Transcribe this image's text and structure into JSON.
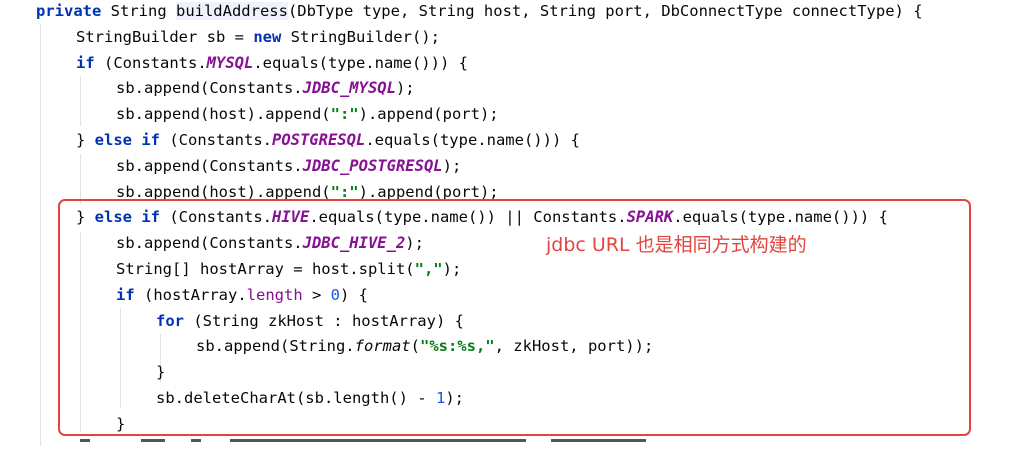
{
  "code": {
    "lines": [
      {
        "indent": 0,
        "tokens": [
          {
            "t": "private ",
            "c": "kw"
          },
          {
            "t": "String ",
            "c": ""
          },
          {
            "t": "buildAddress",
            "c": "hl"
          },
          {
            "t": "(DbType type, String host, String port, DbConnectType connectType) {",
            "c": ""
          }
        ]
      },
      {
        "indent": 1,
        "tokens": [
          {
            "t": "StringBuilder sb = ",
            "c": ""
          },
          {
            "t": "new ",
            "c": "kw"
          },
          {
            "t": "StringBuilder();",
            "c": ""
          }
        ]
      },
      {
        "indent": 1,
        "tokens": [
          {
            "t": "if ",
            "c": "kw"
          },
          {
            "t": "(Constants.",
            "c": ""
          },
          {
            "t": "MYSQL",
            "c": "const"
          },
          {
            "t": ".equals(type.name())) {",
            "c": ""
          }
        ]
      },
      {
        "indent": 2,
        "tokens": [
          {
            "t": "sb.append(Constants.",
            "c": ""
          },
          {
            "t": "JDBC_MYSQL",
            "c": "const"
          },
          {
            "t": ");",
            "c": ""
          }
        ]
      },
      {
        "indent": 2,
        "tokens": [
          {
            "t": "sb.append(host).append(",
            "c": ""
          },
          {
            "t": "\":\"",
            "c": "str"
          },
          {
            "t": ").append(port);",
            "c": ""
          }
        ]
      },
      {
        "indent": 1,
        "tokens": [
          {
            "t": "} ",
            "c": ""
          },
          {
            "t": "else if ",
            "c": "kw"
          },
          {
            "t": "(Constants.",
            "c": ""
          },
          {
            "t": "POSTGRESQL",
            "c": "const"
          },
          {
            "t": ".equals(type.name())) {",
            "c": ""
          }
        ]
      },
      {
        "indent": 2,
        "tokens": [
          {
            "t": "sb.append(Constants.",
            "c": ""
          },
          {
            "t": "JDBC_POSTGRESQL",
            "c": "const"
          },
          {
            "t": ");",
            "c": ""
          }
        ]
      },
      {
        "indent": 2,
        "tokens": [
          {
            "t": "sb.append(host).append(",
            "c": ""
          },
          {
            "t": "\":\"",
            "c": "str"
          },
          {
            "t": ").append(port);",
            "c": ""
          }
        ]
      },
      {
        "indent": 1,
        "tokens": [
          {
            "t": "} ",
            "c": ""
          },
          {
            "t": "else if ",
            "c": "kw"
          },
          {
            "t": "(Constants.",
            "c": ""
          },
          {
            "t": "HIVE",
            "c": "const"
          },
          {
            "t": ".equals(type.name()) || Constants.",
            "c": ""
          },
          {
            "t": "SPARK",
            "c": "const"
          },
          {
            "t": ".equals(type.name())) {",
            "c": ""
          }
        ]
      },
      {
        "indent": 2,
        "tokens": [
          {
            "t": "sb.append(Constants.",
            "c": ""
          },
          {
            "t": "JDBC_HIVE_2",
            "c": "const"
          },
          {
            "t": ");",
            "c": ""
          }
        ]
      },
      {
        "indent": 2,
        "tokens": [
          {
            "t": "String[] hostArray = host.split(",
            "c": ""
          },
          {
            "t": "\",\"",
            "c": "str"
          },
          {
            "t": ");",
            "c": ""
          }
        ]
      },
      {
        "indent": 2,
        "tokens": [
          {
            "t": "if ",
            "c": "kw"
          },
          {
            "t": "(hostArray.",
            "c": ""
          },
          {
            "t": "length",
            "c": "field"
          },
          {
            "t": " > ",
            "c": ""
          },
          {
            "t": "0",
            "c": "num"
          },
          {
            "t": ") {",
            "c": ""
          }
        ]
      },
      {
        "indent": 3,
        "tokens": [
          {
            "t": "for ",
            "c": "kw"
          },
          {
            "t": "(String zkHost : hostArray) {",
            "c": ""
          }
        ]
      },
      {
        "indent": 4,
        "tokens": [
          {
            "t": "sb.append(String.",
            "c": ""
          },
          {
            "t": "format",
            "c": "method-ital"
          },
          {
            "t": "(",
            "c": ""
          },
          {
            "t": "\"%s:%s,\"",
            "c": "str"
          },
          {
            "t": ", zkHost, port));",
            "c": ""
          }
        ]
      },
      {
        "indent": 3,
        "tokens": [
          {
            "t": "}",
            "c": ""
          }
        ]
      },
      {
        "indent": 3,
        "tokens": [
          {
            "t": "sb.deleteCharAt(sb.length() - ",
            "c": ""
          },
          {
            "t": "1",
            "c": "num"
          },
          {
            "t": ");",
            "c": ""
          }
        ]
      },
      {
        "indent": 2,
        "tokens": [
          {
            "t": "}",
            "c": ""
          }
        ]
      }
    ]
  },
  "annotation": {
    "text": "jdbc URL 也是相同方式构建的",
    "color": "#e0463e"
  },
  "colors": {
    "keyword": "#0033b3",
    "constant": "#871094",
    "string": "#067d17",
    "number": "#1750eb",
    "callout_border": "#e0463e"
  }
}
